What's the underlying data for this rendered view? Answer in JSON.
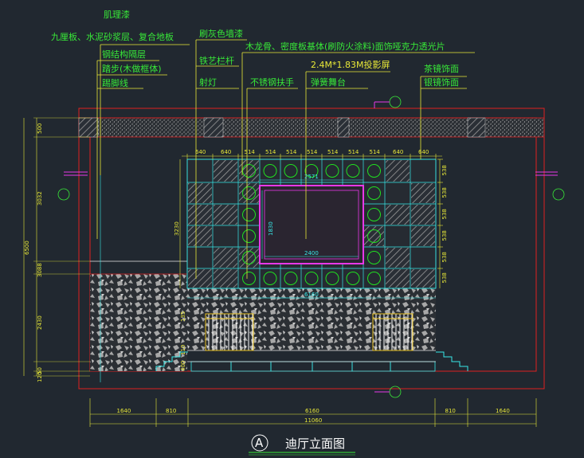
{
  "title": "迪厅立面图",
  "section_mark": "A",
  "notes_left": [
    "肌理漆",
    "九厘板、水泥砂浆层、复合地板",
    "钢结构隔层",
    "踏步(木做框体)",
    "踢脚线"
  ],
  "notes_mid": [
    "刷灰色墙漆",
    "铁艺栏杆",
    "射灯"
  ],
  "notes_right_top": "木龙骨、密度板基体(刷防火涂料)面饰哑克力透光片",
  "notes_center": [
    "2.4M*1.83M投影屏",
    "不锈钢扶手",
    "弹簧舞台"
  ],
  "notes_right": [
    "茶镜饰面",
    "银镜饰面"
  ],
  "dims": {
    "top_row": [
      "640",
      "640",
      "514",
      "514",
      "514",
      "514",
      "514",
      "514",
      "514",
      "640",
      "640"
    ],
    "right_col": [
      "538",
      "538",
      "538",
      "538",
      "538",
      "538"
    ],
    "screen_w": "2571",
    "screen_w2": "2400",
    "screen_h": "1830",
    "panel_h": "3230",
    "stage_w": "6160",
    "left_col": [
      "500",
      "3032",
      "6500",
      "3088",
      "2430",
      "50",
      "120"
    ],
    "small_left": [
      "135",
      "110",
      "400"
    ],
    "bottom_row": [
      "1640",
      "810",
      "6160",
      "810",
      "1640"
    ],
    "total": "11060"
  },
  "colors": {
    "background": "#212830",
    "frame": "#e02020",
    "leader": "#e8e838",
    "text_green": "#38e838",
    "cyan": "#38e8e8",
    "magenta": "#e838e8",
    "circle": "#20e020"
  }
}
